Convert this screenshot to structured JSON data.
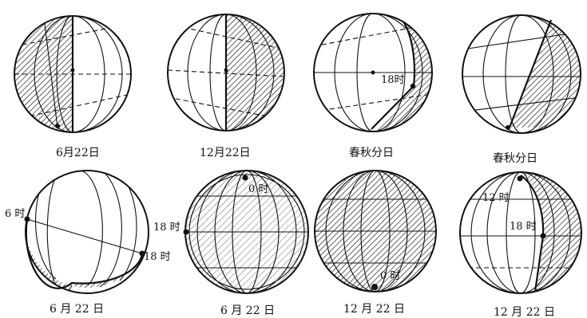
{
  "figures": [
    {
      "caption": "6月22日",
      "labels": []
    },
    {
      "caption": "12月22日",
      "labels": []
    },
    {
      "caption": "春秋分日",
      "labels": [
        "18时"
      ]
    },
    {
      "caption": "春秋分日",
      "labels": []
    },
    {
      "caption": "6 月 22 日",
      "labels": [
        "6 时",
        "18 时"
      ]
    },
    {
      "caption": "6 月 22 日",
      "labels": [
        "0 时",
        "18 时"
      ]
    },
    {
      "caption": "12 月 22 日",
      "labels": [
        "0 时"
      ]
    },
    {
      "caption": "12 月 22 日",
      "labels": [
        "12 时",
        "18 时"
      ]
    }
  ],
  "colors": {
    "ink": "#111111",
    "background": "#ffffff"
  }
}
